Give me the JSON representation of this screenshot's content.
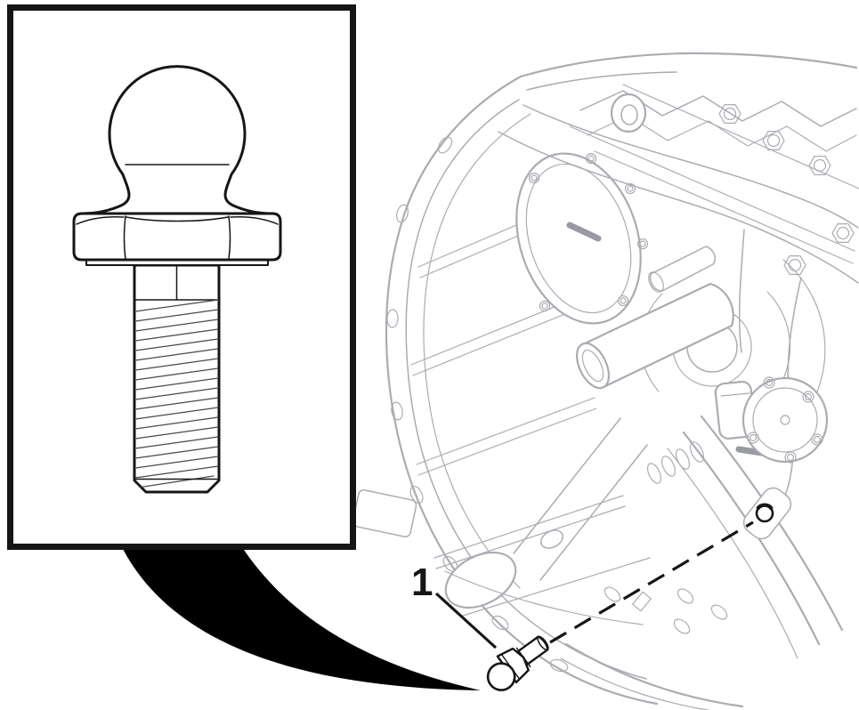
{
  "figure": {
    "type": "technical-parts-diagram",
    "subject": "ball-stud-mounting-on-clutch-housing",
    "callouts": [
      {
        "label": "1",
        "part": "ball-stud"
      }
    ],
    "inset": {
      "content": "ball-stud-detail"
    },
    "colors": {
      "ink": "#161616",
      "housing_line": "#aaacb2",
      "swoosh": "#000000",
      "background": "#ffffff"
    }
  }
}
